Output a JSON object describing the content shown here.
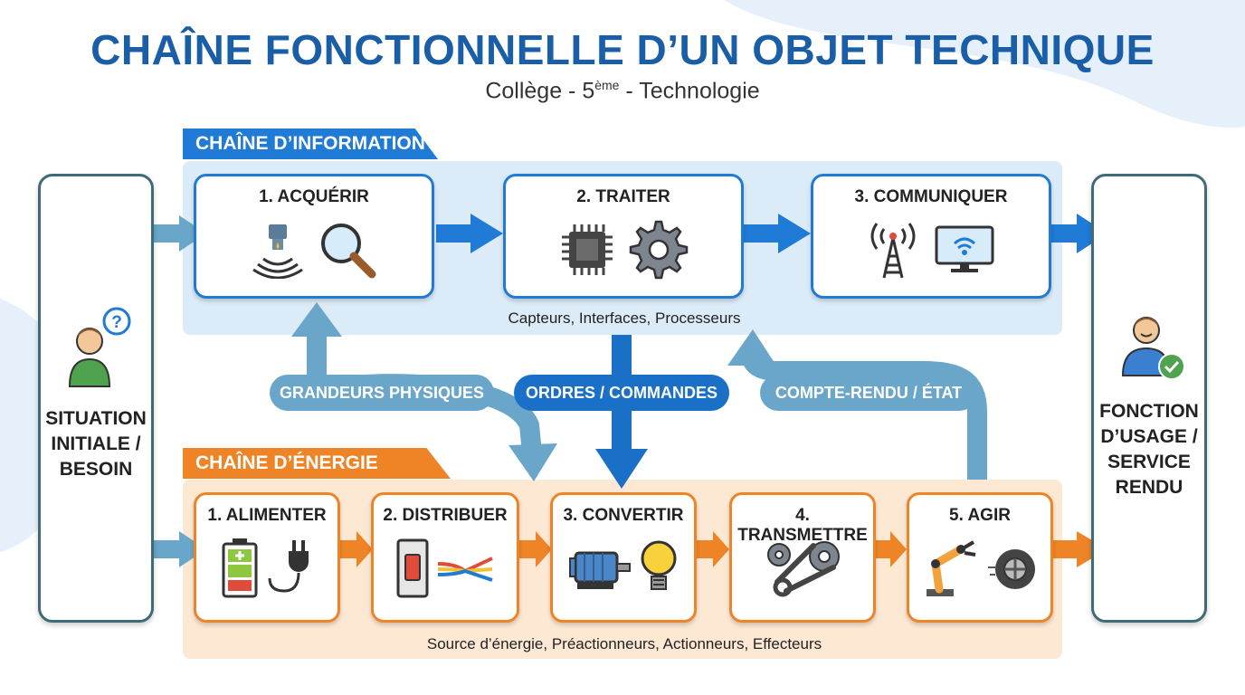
{
  "header": {
    "title": "CHAÎNE FONCTIONNELLE D’UN OBJET TECHNIQUE",
    "subtitle_main": "Collège - 5",
    "subtitle_sup": "ème",
    "subtitle_tail": " - Technologie"
  },
  "info_chain": {
    "label": "CHAÎNE D’INFORMATION",
    "steps": [
      {
        "label": "1. ACQUÉRIR",
        "icons": [
          "sensor-icon",
          "magnifier-icon"
        ]
      },
      {
        "label": "2. TRAITER",
        "icons": [
          "chip-icon",
          "gear-icon"
        ]
      },
      {
        "label": "3. COMMUNIQUER",
        "icons": [
          "antenna-icon",
          "monitor-wifi-icon"
        ]
      }
    ],
    "caption": "Capteurs, Interfaces, Processeurs"
  },
  "energy_chain": {
    "label": "CHAÎNE D’ÉNERGIE",
    "steps": [
      {
        "label": "1. ALIMENTER",
        "icons": [
          "battery-icon",
          "plug-icon"
        ]
      },
      {
        "label": "2. DISTRIBUER",
        "icons": [
          "switch-icon",
          "wires-icon"
        ]
      },
      {
        "label": "3. CONVERTIR",
        "icons": [
          "motor-icon",
          "bulb-icon"
        ]
      },
      {
        "label": "4. TRANSMETTRE",
        "icons": [
          "gears-chain-icon"
        ]
      },
      {
        "label": "5. AGIR",
        "icons": [
          "robot-arm-icon",
          "wheel-icon"
        ]
      }
    ],
    "caption": "Source d’énergie, Préactionneurs, Actionneurs, Effecteurs"
  },
  "links": {
    "grandeurs": "GRANDEURS PHYSIQUES",
    "ordres": "ORDRES / COMMANDES",
    "compte_rendu": "COMPTE-RENDU / ÉTAT"
  },
  "left_box": {
    "lines": [
      "SITUATION",
      "INITIALE /",
      "BESOIN"
    ],
    "icon": "thinking-person-icon"
  },
  "right_box": {
    "lines": [
      "FONCTION",
      "D’USAGE /",
      "SERVICE",
      "RENDU"
    ],
    "icon": "satisfied-person-icon"
  },
  "colors": {
    "title": "#1a5ea8",
    "info_blue": "#1f7bd6",
    "info_band": "#dcebf8",
    "energy_orange": "#ee8426",
    "energy_band": "#fde8d4",
    "link_blue": "#6aa6c9",
    "ordres_blue": "#1a6fc7"
  }
}
